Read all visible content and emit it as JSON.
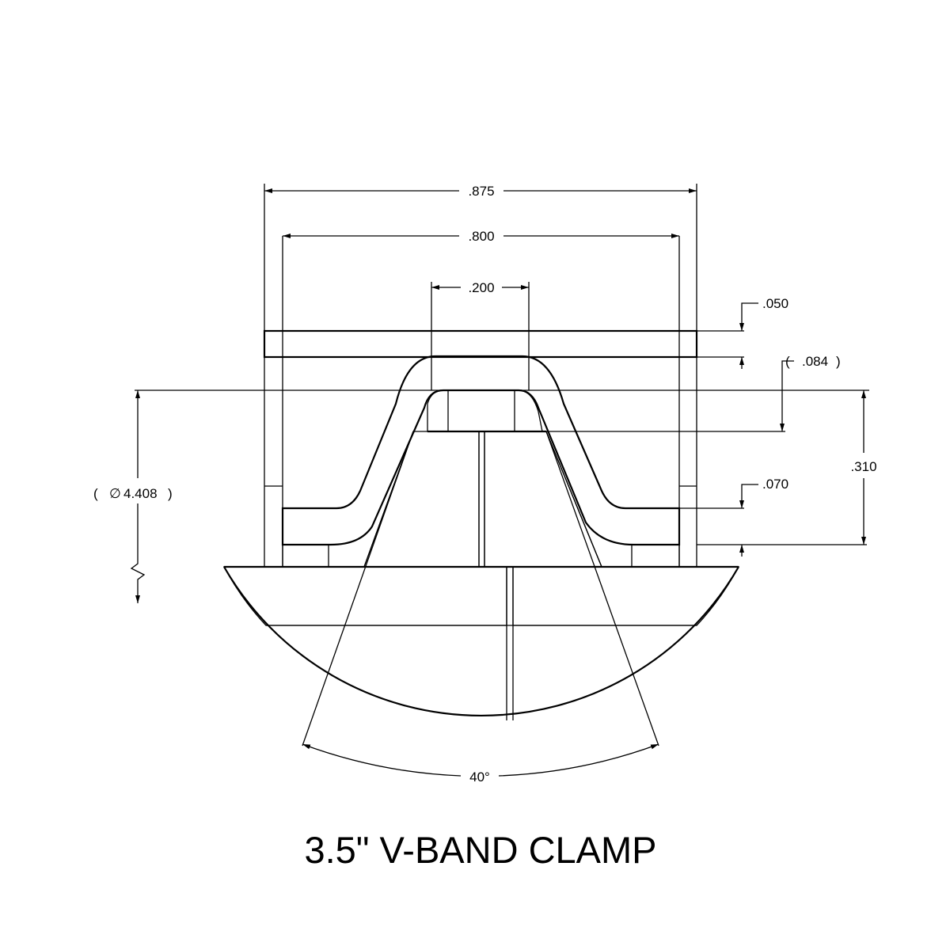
{
  "title": "3.5\" V-BAND CLAMP",
  "dimensions": {
    "width_overall": ".875",
    "width_inner": ".800",
    "width_top": ".200",
    "band_thickness": ".050",
    "ref_depth": ".084",
    "flange_thickness": ".070",
    "height": ".310",
    "diameter": "4.408",
    "angle": "40°"
  },
  "symbols": {
    "diameter_symbol": "∅",
    "ref_open": "(",
    "ref_close": ")"
  }
}
